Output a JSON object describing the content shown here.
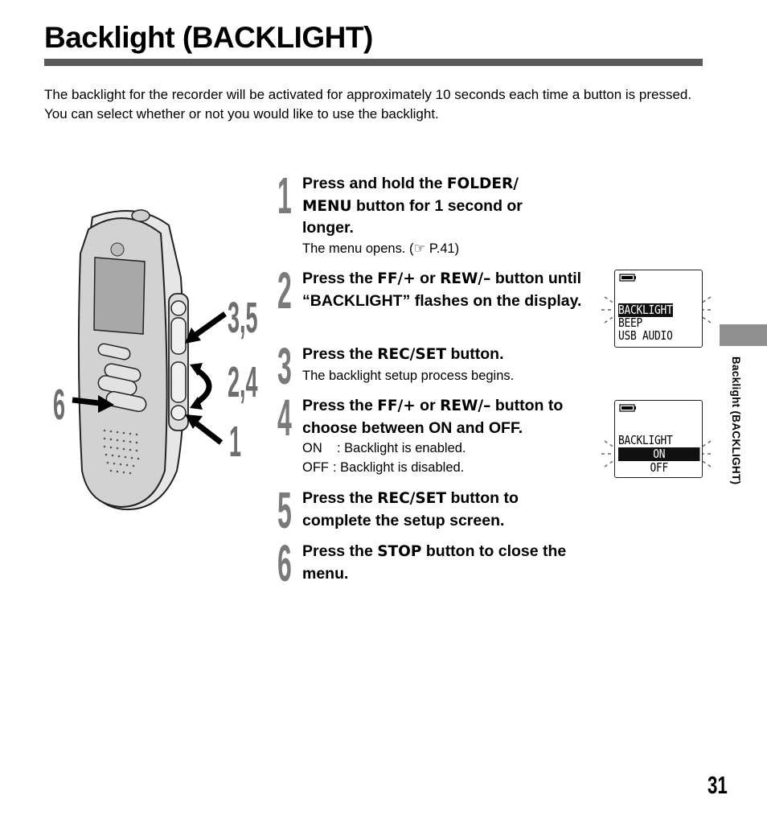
{
  "page": {
    "title": "Backlight (BACKLIGHT)",
    "intro": "The backlight for the recorder will be activated for approximately 10 seconds each time a button is pressed. You can select whether or not you would like to use the backlight.",
    "side_label": "Backlight (BACKLIGHT)",
    "page_number": "31",
    "accent_gray": "#595959"
  },
  "steps": [
    {
      "number": "1",
      "head": [
        {
          "text": "Press and hold the ",
          "btn": false
        },
        {
          "text": "FOLDER/ MENU",
          "btn": true
        },
        {
          "text": " button for 1 second or longer.",
          "btn": false
        }
      ],
      "notes": [
        "The menu opens.  (☞ P.41)"
      ]
    },
    {
      "number": "2",
      "head": [
        {
          "text": "Press the ",
          "btn": false
        },
        {
          "text": "FF/+",
          "btn": true
        },
        {
          "text": " or ",
          "btn": false
        },
        {
          "text": "REW/–",
          "btn": true
        },
        {
          "text": " button until “BACKLIGHT” flashes on the display.",
          "btn": false
        }
      ],
      "notes": []
    },
    {
      "number": "3",
      "head": [
        {
          "text": "Press the ",
          "btn": false
        },
        {
          "text": "REC/SET",
          "btn": true
        },
        {
          "text": " button.",
          "btn": false
        }
      ],
      "notes": [
        "The backlight setup process begins."
      ]
    },
    {
      "number": "4",
      "head": [
        {
          "text": "Press the ",
          "btn": false
        },
        {
          "text": "FF/+",
          "btn": true
        },
        {
          "text": " or ",
          "btn": false
        },
        {
          "text": "REW/–",
          "btn": true
        },
        {
          "text": " button to choose between ON and OFF.",
          "btn": false
        }
      ],
      "options": [
        {
          "key": "ON",
          "desc": ": Backlight is enabled."
        },
        {
          "key": "OFF",
          "desc": ": Backlight is disabled."
        }
      ]
    },
    {
      "number": "5",
      "head": [
        {
          "text": "Press the ",
          "btn": false
        },
        {
          "text": "REC/SET",
          "btn": true
        },
        {
          "text": " button to complete the setup screen.",
          "btn": false
        }
      ],
      "notes": []
    },
    {
      "number": "6",
      "head": [
        {
          "text": "Press the ",
          "btn": false
        },
        {
          "text": "STOP",
          "btn": true
        },
        {
          "text": " button to close the menu.",
          "btn": false
        }
      ],
      "notes": []
    }
  ],
  "callouts": {
    "top": "3,5",
    "middle": "2,4",
    "bottom": "1",
    "left": "6"
  },
  "lcd_menu": {
    "lines": [
      "BACKLIGHT",
      "BEEP",
      "USB AUDIO"
    ],
    "highlighted_index": 0
  },
  "lcd_setting": {
    "lines": [
      "BACKLIGHT",
      "ON",
      "OFF"
    ],
    "highlighted_index": 1
  }
}
